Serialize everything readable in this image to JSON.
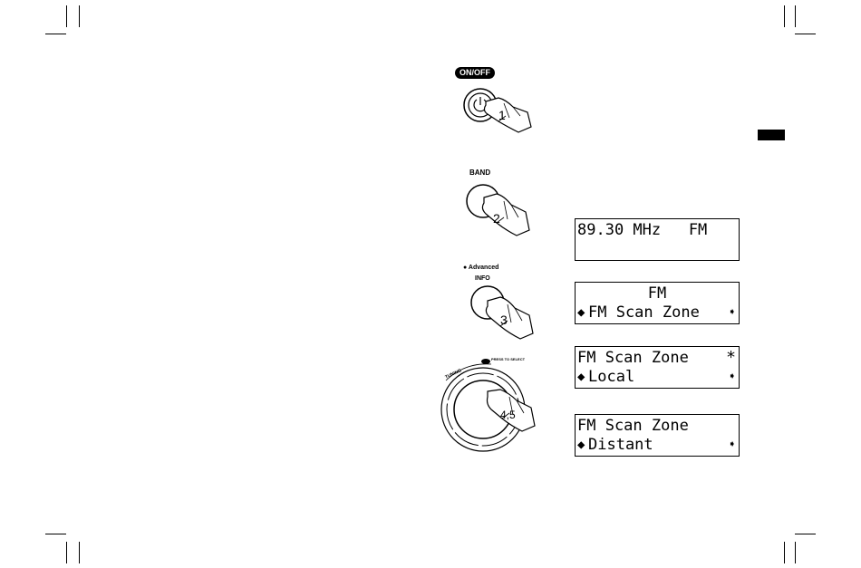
{
  "steps": {
    "onoff": {
      "button_label": "ON/OFF",
      "number": "1"
    },
    "band": {
      "button_label": "BAND",
      "number": "2"
    },
    "info": {
      "caption": "Advanced",
      "button_label": "INFO",
      "number": "3"
    },
    "tuning": {
      "ring_label": "TUNING",
      "press_label": "PRESS TO SELECT",
      "number": "4,5"
    }
  },
  "displays": [
    {
      "line1": "89.30 MHz   FM",
      "line2": ""
    },
    {
      "line1": "FM",
      "line2": "FM Scan Zone"
    },
    {
      "line1": "FM Scan Zone",
      "marker": "*",
      "line2": "Local"
    },
    {
      "line1": "FM Scan Zone",
      "line2": "Distant"
    }
  ],
  "icons": {
    "left_arrow": "left-arrow-icon",
    "right_arrow": "right-arrow-icon",
    "hand": "pointing-hand-icon"
  }
}
